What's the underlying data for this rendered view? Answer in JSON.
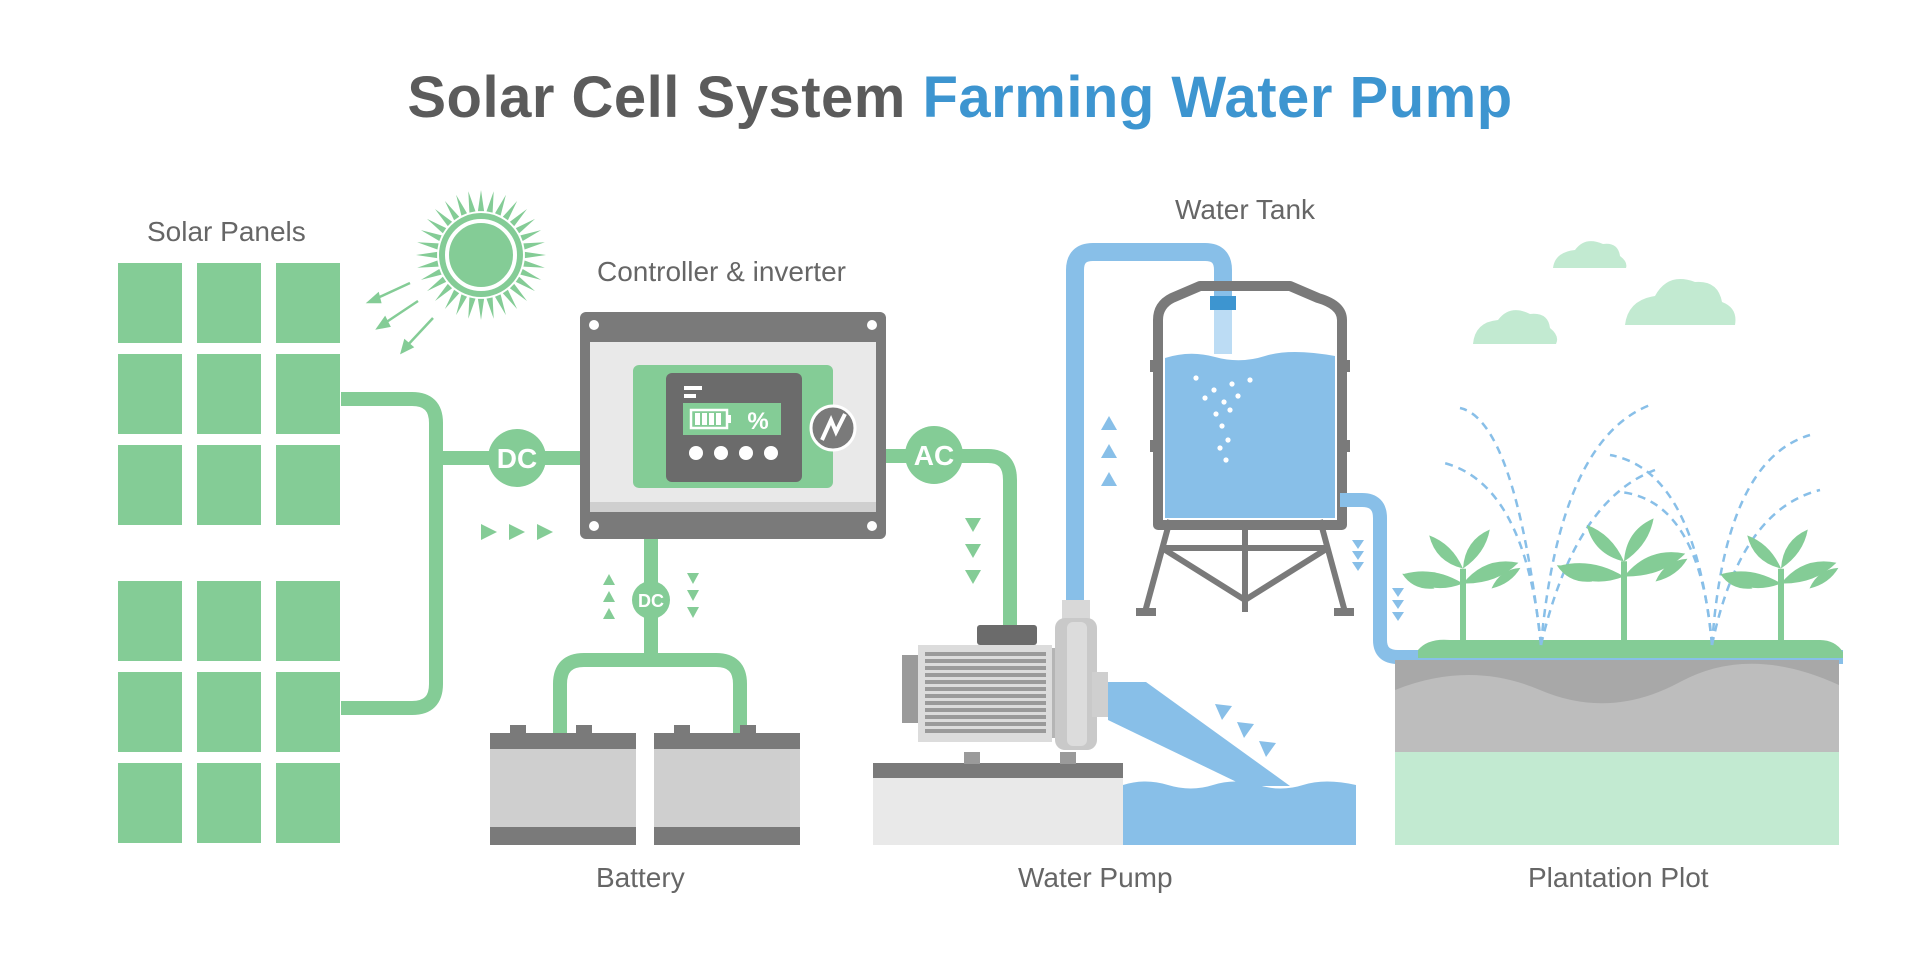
{
  "title": {
    "part1": "Solar Cell System",
    "part2": "Farming Water Pump"
  },
  "labels": {
    "solar_panels": "Solar Panels",
    "controller": "Controller & inverter",
    "water_tank": "Water Tank",
    "battery": "Battery",
    "water_pump": "Water Pump",
    "plantation": "Plantation Plot"
  },
  "badges": {
    "dc": "DC",
    "ac": "AC",
    "dc_small": "DC"
  },
  "controller_display": {
    "symbol": "%"
  },
  "colors": {
    "green": "#84cc96",
    "light_green": "#c2ead1",
    "blue": "#88bfe8",
    "title_gray": "#5b5b5b",
    "title_blue": "#3d95d0",
    "dark_gray": "#7a7a7a",
    "light_gray": "#cfcfcf"
  }
}
